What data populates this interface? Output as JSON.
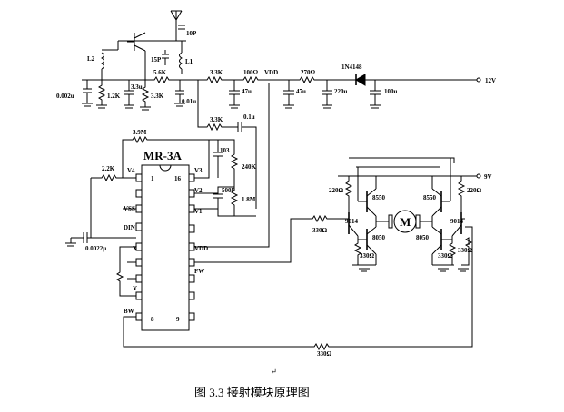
{
  "ic": {
    "name": "MR-3A",
    "pin1": "1",
    "pin16": "16",
    "pin8": "8",
    "pin9": "9",
    "V4": "V4",
    "V3": "V3",
    "V2": "V2",
    "V1": "V1",
    "VSS": "VSS",
    "DIN": "DIN",
    "X": "X",
    "Y": "Y",
    "BW": "BW",
    "VDD": "VDD",
    "FW": "FW"
  },
  "labels": {
    "r39m": "3.9M",
    "r22k": "2.2K",
    "c00022": "0.0022μ",
    "r33k_b": "3.3K",
    "c01u_b": "0.1u",
    "c103": "103",
    "r240k": "240K",
    "c500p": "500P",
    "r18m": "1.8M",
    "c10p": "10P",
    "c15p": "15P",
    "L1": "L1",
    "L2": "L2",
    "r56k": "5.6K",
    "c0002": "0.002u",
    "r12k": "1.2K",
    "c33u": "3.3u",
    "r33k_a": "3.3K",
    "c001": "0.01u",
    "r33k_c": "3.3K",
    "c47u_a": "47u",
    "r100": "100Ω",
    "vdd_top": "VDD",
    "c47u_b": "47u",
    "r270": "270Ω",
    "c220u": "220u",
    "d1": "1N4148",
    "c100u": "100u",
    "v12": "12V",
    "v9": "9V",
    "r220_l": "220Ω",
    "r220_r": "220Ω",
    "q8550_l": "8550",
    "q8550_r": "8550",
    "motor": "M",
    "q9014_l": "9014",
    "q9014_r": "9014",
    "q8050_l": "8050",
    "q8050_r": "8050",
    "r330_in": "330Ω",
    "r330_el": "330Ω",
    "r330_er": "330Ω",
    "r330_r2": "330Ω",
    "r330_bot": "330Ω"
  },
  "caption": "图 3.3 接射模块原理图"
}
